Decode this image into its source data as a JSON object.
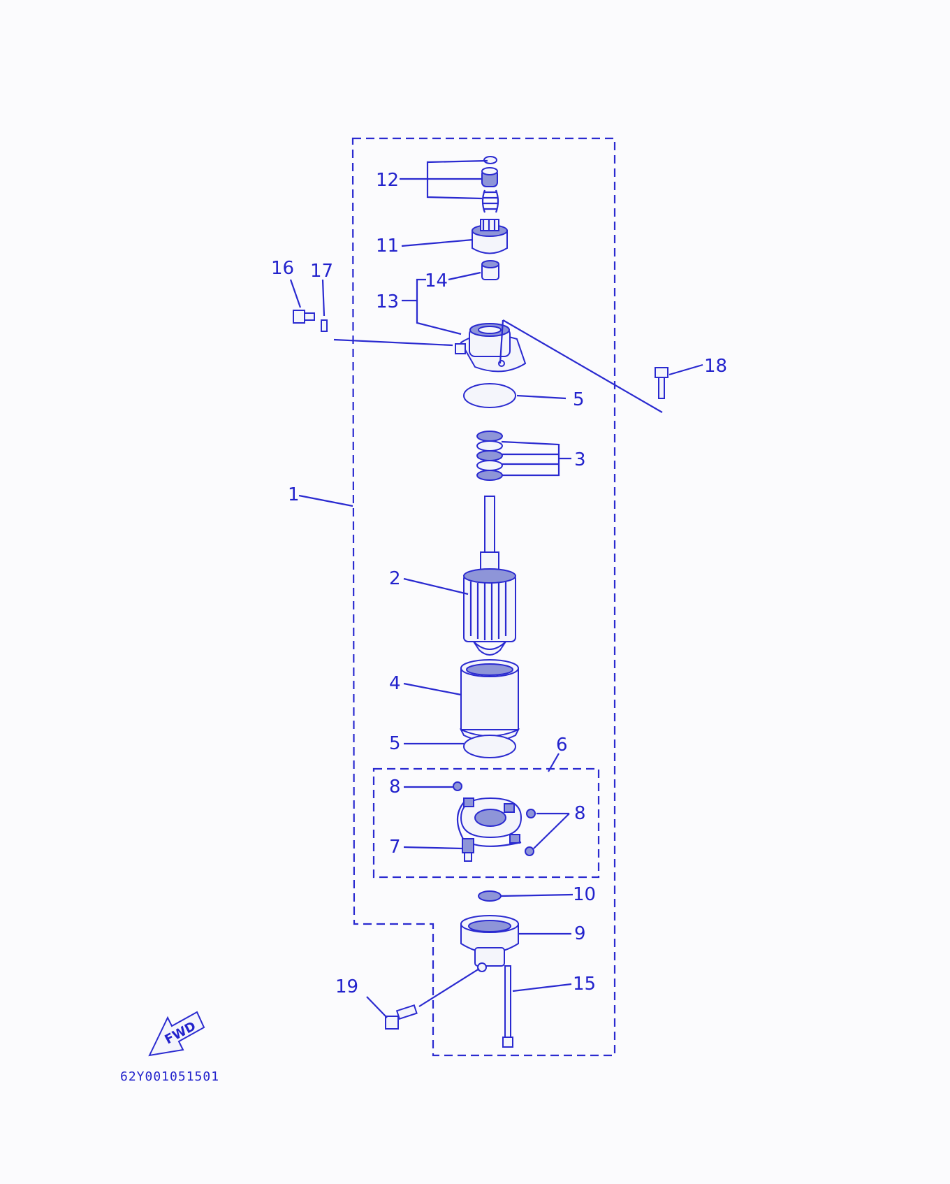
{
  "diagram": {
    "callouts": [
      "1",
      "2",
      "3",
      "4",
      "5",
      "5",
      "6",
      "7",
      "8",
      "8",
      "9",
      "10",
      "11",
      "12",
      "13",
      "14",
      "15",
      "16",
      "17",
      "18",
      "19"
    ],
    "fwd_label": "FWD",
    "drawing_code": "62Y001051501"
  },
  "colors": {
    "ink": "#2a2ad0",
    "paper": "#fbfbfd"
  }
}
